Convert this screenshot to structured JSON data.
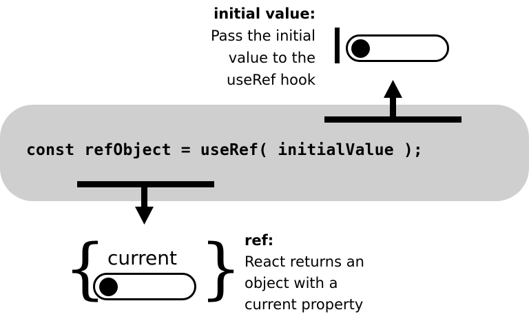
{
  "code": {
    "text": "const refObject = useRef( initialValue );"
  },
  "annotations": {
    "initial_value": {
      "title": "initial value:",
      "lines": [
        "Pass the initial",
        "value to the",
        "useRef hook"
      ]
    },
    "ref": {
      "title": "ref:",
      "lines": [
        "React returns an",
        "object with a",
        "current property"
      ]
    }
  },
  "ref_object": {
    "property_label": "current",
    "open_brace": "{",
    "close_brace": "}"
  },
  "icons": {
    "toggle": "toggle-switch-icon",
    "arrow_up": "arrow-up-icon",
    "arrow_down": "arrow-down-icon",
    "bar": "vertical-bar-icon"
  },
  "colors": {
    "band": "#cfcfcf",
    "ink": "#000000"
  }
}
